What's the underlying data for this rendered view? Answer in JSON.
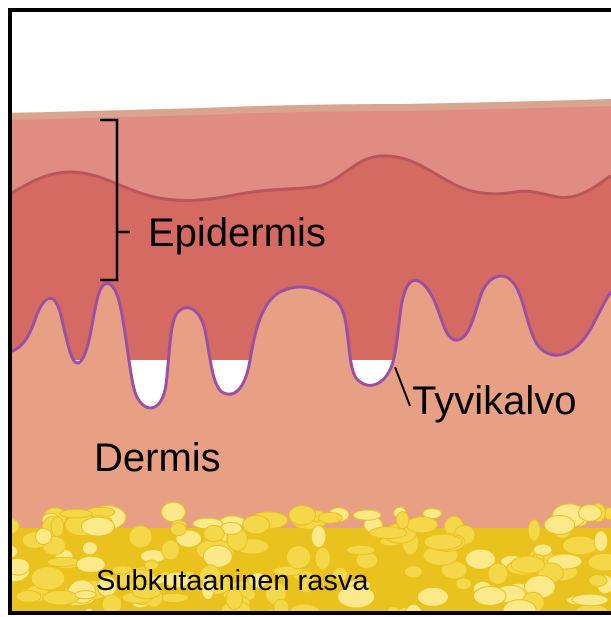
{
  "labels": {
    "epidermis": "Epidermis",
    "dermis": "Dermis",
    "basement_membrane": "Tyvikalvo",
    "subcutaneous_fat": "Subkutaaninen rasva"
  },
  "colors": {
    "frame": "#000000",
    "background": "#ffffff",
    "stratum_corneum_edge": "#d9a58f",
    "upper_epidermis": "#e08c82",
    "lower_epidermis": "#d46a62",
    "layer_boundary": "#b8565a",
    "dermis": "#e8a084",
    "basement_membrane_line": "#9a4fa3",
    "fat_base": "#e9c21e",
    "fat_lobule": "#f4d84a",
    "fat_highlight": "#fbe98a"
  }
}
